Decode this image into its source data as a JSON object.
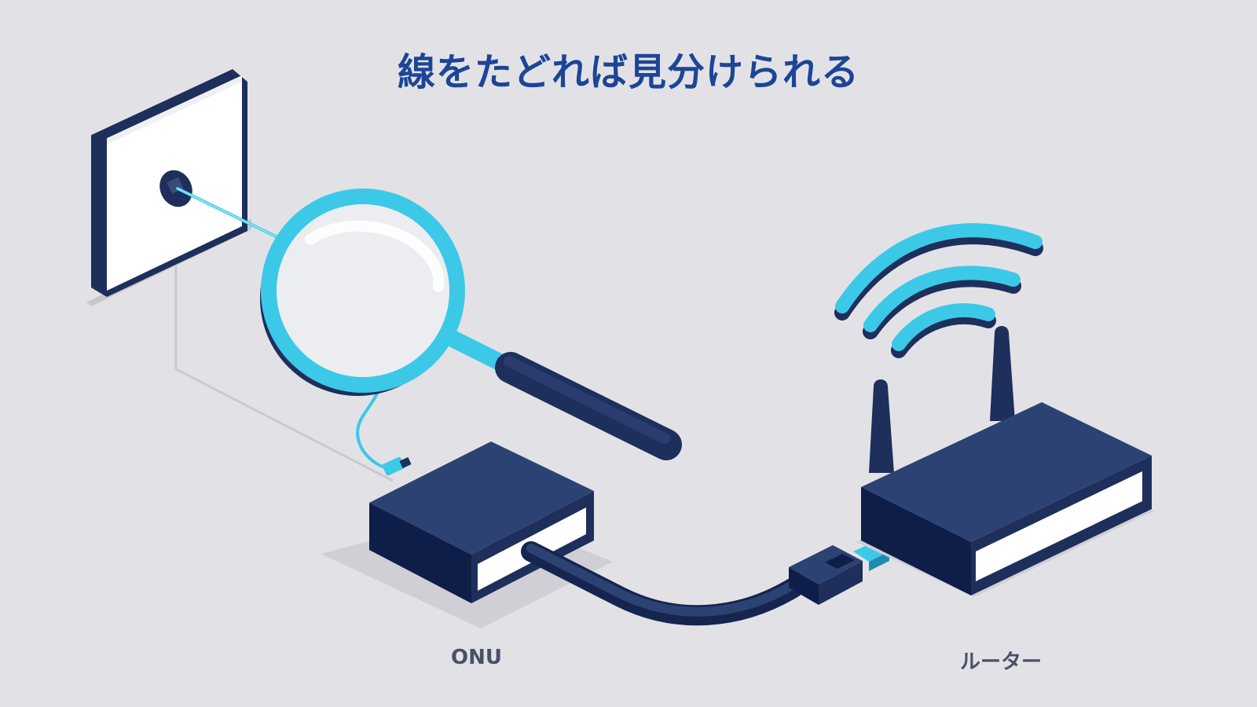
{
  "title": "線をたどれば見分けられる",
  "labels": {
    "onu": "ONU",
    "router": "ルーター"
  },
  "icons": [
    "wall-outlet-icon",
    "magnifier-icon",
    "onu-device-icon",
    "router-device-icon",
    "wifi-signal-icon",
    "lan-cable-icon",
    "fiber-cable-icon"
  ],
  "colors": {
    "background": "#e2e2e6",
    "navy": "#1e2f5c",
    "navy_dark": "#0e1e48",
    "cyan": "#3cc9e8",
    "title": "#1d4596",
    "label": "#4a5068"
  }
}
